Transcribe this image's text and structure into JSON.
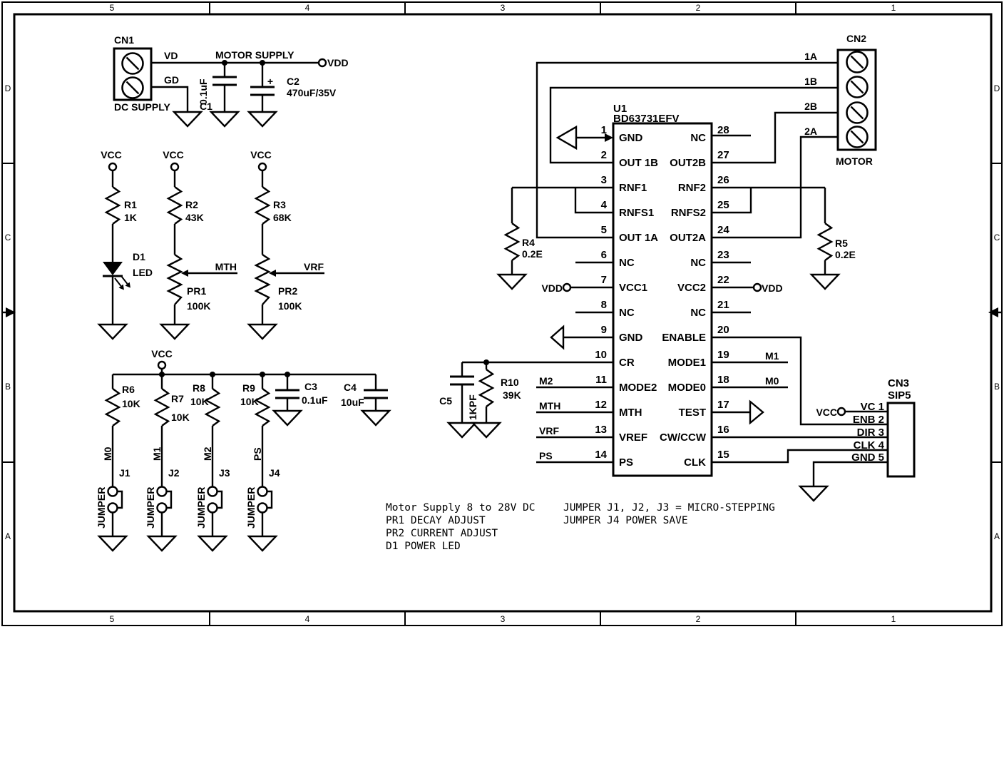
{
  "frame": {
    "zones_h": [
      "5",
      "4",
      "3",
      "2",
      "1"
    ],
    "zones_v": [
      "D",
      "C",
      "B",
      "A"
    ]
  },
  "nets": {
    "motor_supply": "MOTOR SUPPLY",
    "vdd": "VDD",
    "vcc": "VCC",
    "m0": "M0",
    "m1": "M1",
    "m2": "M2",
    "ps": "PS",
    "mth": "MTH",
    "vrf": "VRF"
  },
  "cn1": {
    "ref": "CN1",
    "caption": "DC SUPPLY",
    "vd": "VD",
    "gd": "GD"
  },
  "cn2": {
    "ref": "CN2",
    "caption": "MOTOR",
    "nets": [
      "1A",
      "1B",
      "2B",
      "2A"
    ]
  },
  "cn3": {
    "ref": "CN3",
    "subtitle": "SIP5",
    "pins": [
      "VC 1",
      "ENB 2",
      "DIR 3",
      "CLK 4",
      "GND 5"
    ]
  },
  "capacitors": {
    "c1": {
      "ref": "C1",
      "value": "0.1uF"
    },
    "c2": {
      "ref": "C2",
      "value": "470uF/35V",
      "polarity": "+"
    },
    "c3": {
      "ref": "C3",
      "value": "0.1uF"
    },
    "c4": {
      "ref": "C4",
      "value": "10uF"
    },
    "c5": {
      "ref": "C5",
      "value": "1KPF"
    }
  },
  "resistors": {
    "r1": {
      "ref": "R1",
      "value": "1K"
    },
    "r2": {
      "ref": "R2",
      "value": "43K"
    },
    "r3": {
      "ref": "R3",
      "value": "68K"
    },
    "r4": {
      "ref": "R4",
      "value": "0.2E"
    },
    "r5": {
      "ref": "R5",
      "value": "0.2E"
    },
    "r6": {
      "ref": "R6",
      "value": "10K"
    },
    "r7": {
      "ref": "R7",
      "value": "10K"
    },
    "r8": {
      "ref": "R8",
      "value": "10K"
    },
    "r9": {
      "ref": "R9",
      "value": "10K"
    },
    "r10": {
      "ref": "R10",
      "value": "39K"
    },
    "pr1": {
      "ref": "PR1",
      "value": "100K"
    },
    "pr2": {
      "ref": "PR2",
      "value": "100K"
    }
  },
  "d1": {
    "ref": "D1",
    "value": "LED"
  },
  "jumpers": {
    "label": "JUMPER",
    "j1": "J1",
    "j2": "J2",
    "j3": "J3",
    "j4": "J4"
  },
  "u1": {
    "ref": "U1",
    "part": "BD63731EFV",
    "left_pins": [
      {
        "num": "1",
        "name": "GND"
      },
      {
        "num": "2",
        "name": "OUT 1B"
      },
      {
        "num": "3",
        "name": "RNF1"
      },
      {
        "num": "4",
        "name": "RNFS1"
      },
      {
        "num": "5",
        "name": "OUT 1A"
      },
      {
        "num": "6",
        "name": "NC"
      },
      {
        "num": "7",
        "name": "VCC1"
      },
      {
        "num": "8",
        "name": "NC"
      },
      {
        "num": "9",
        "name": "GND"
      },
      {
        "num": "10",
        "name": "CR"
      },
      {
        "num": "11",
        "name": "MODE2"
      },
      {
        "num": "12",
        "name": "MTH"
      },
      {
        "num": "13",
        "name": "VREF"
      },
      {
        "num": "14",
        "name": "PS"
      }
    ],
    "right_pins": [
      {
        "num": "28",
        "name": "NC"
      },
      {
        "num": "27",
        "name": "OUT2B"
      },
      {
        "num": "26",
        "name": "RNF2"
      },
      {
        "num": "25",
        "name": "RNFS2"
      },
      {
        "num": "24",
        "name": "OUT2A"
      },
      {
        "num": "23",
        "name": "NC"
      },
      {
        "num": "22",
        "name": "VCC2"
      },
      {
        "num": "21",
        "name": "NC"
      },
      {
        "num": "20",
        "name": "ENABLE"
      },
      {
        "num": "19",
        "name": "MODE1"
      },
      {
        "num": "18",
        "name": "MODE0"
      },
      {
        "num": "17",
        "name": "TEST"
      },
      {
        "num": "16",
        "name": "CW/CCW"
      },
      {
        "num": "15",
        "name": "CLK"
      }
    ]
  },
  "notes": {
    "left": [
      "Motor Supply 8 to 28V DC",
      "PR1 DECAY ADJUST",
      "PR2 CURRENT ADJUST",
      "D1 POWER LED"
    ],
    "right": [
      "JUMPER J1, J2, J3 = MICRO-STEPPING",
      "JUMPER J4 POWER SAVE"
    ]
  },
  "colors": {
    "ink": "#000000",
    "paper": "#ffffff"
  }
}
